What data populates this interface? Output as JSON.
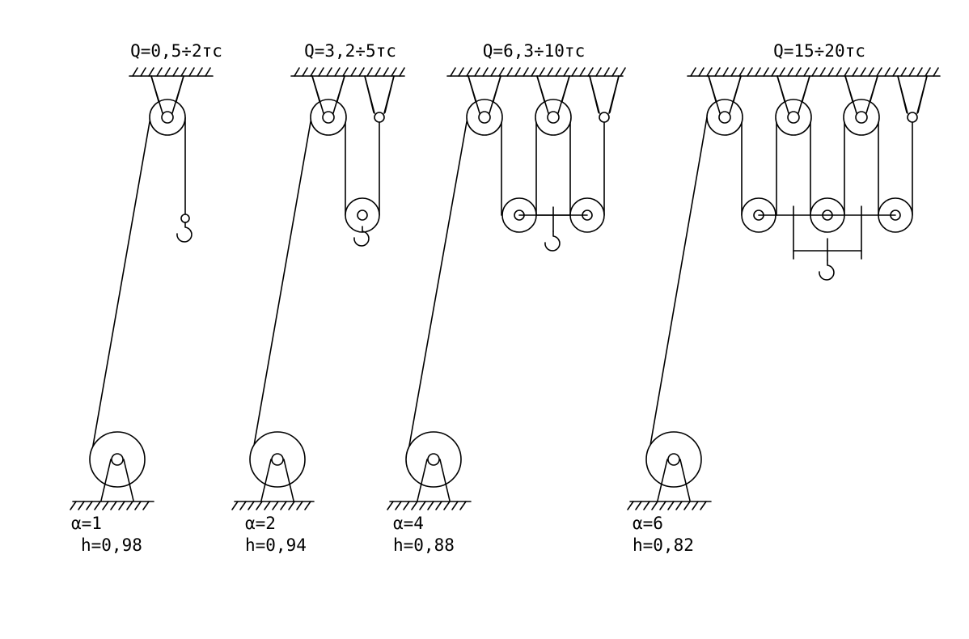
{
  "colors": {
    "line": "#000000",
    "background": "#ffffff"
  },
  "schemes": [
    {
      "capacity": "Q=0,5÷2тс",
      "multiplicity": "α=1",
      "efficiency": "h=0,98"
    },
    {
      "capacity": "Q=3,2÷5тс",
      "multiplicity": "α=2",
      "efficiency": "h=0,94"
    },
    {
      "capacity": "Q=6,3÷10тс",
      "multiplicity": "α=4",
      "efficiency": "h=0,88"
    },
    {
      "capacity": "Q=15÷20тс",
      "multiplicity": "α=6",
      "efficiency": "h=0,82"
    }
  ]
}
